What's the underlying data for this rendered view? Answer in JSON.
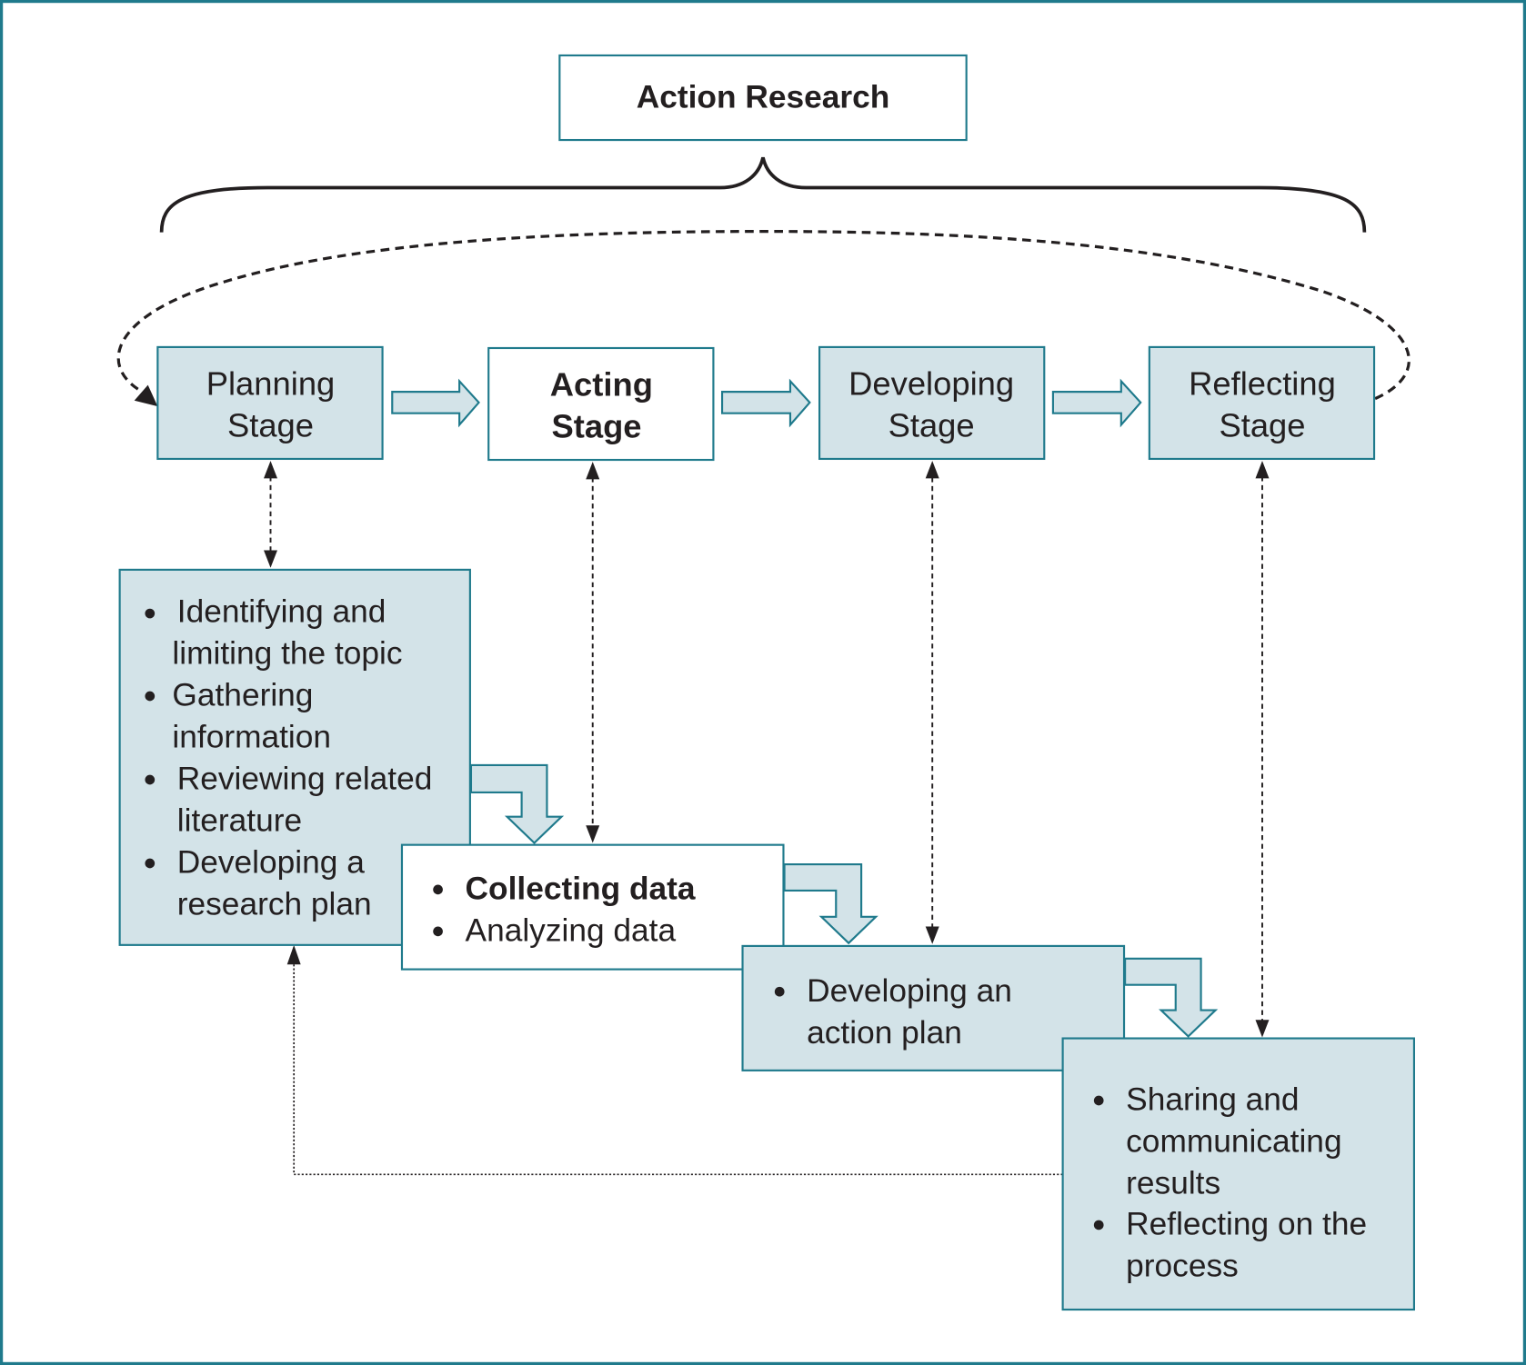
{
  "title": "Action Research",
  "colors": {
    "frame": "#1f7a8c",
    "box_fill": "#d3e3e8",
    "box_white": "#ffffff",
    "text": "#231f20"
  },
  "stages": [
    {
      "line1": "Planning",
      "line2": "Stage",
      "bold": false,
      "fill": "tinted"
    },
    {
      "line1": "Acting",
      "line2": "Stage",
      "bold": true,
      "fill": "white"
    },
    {
      "line1": "Developing",
      "line2": "Stage",
      "bold": false,
      "fill": "tinted"
    },
    {
      "line1": "Reflecting",
      "line2": "Stage",
      "bold": false,
      "fill": "tinted"
    }
  ],
  "details": {
    "planning": {
      "bullets": [
        [
          "Identifying and",
          "limiting the topic"
        ],
        [
          "Gathering",
          "information"
        ],
        [
          "Reviewing related",
          "literature"
        ],
        [
          "Developing a",
          "research plan"
        ]
      ]
    },
    "acting": {
      "bullets": [
        [
          "Collecting data"
        ],
        [
          "Analyzing data"
        ]
      ],
      "bold_first": true
    },
    "developing": {
      "bullets": [
        [
          "Developing an",
          "action plan"
        ]
      ]
    },
    "reflecting": {
      "bullets": [
        [
          "Sharing and",
          "communicating",
          "results"
        ],
        [
          "Reflecting on the",
          "process"
        ]
      ]
    }
  },
  "connectors": {
    "top_cycle": "dashed loop from Reflecting Stage back to Planning Stage",
    "stage_arrows": "block arrows between consecutive stages",
    "vertical_links": "dashed double-headed arrows between each stage and its detail box",
    "feedback": "dotted line from Reflecting detail box back to Planning detail box"
  }
}
